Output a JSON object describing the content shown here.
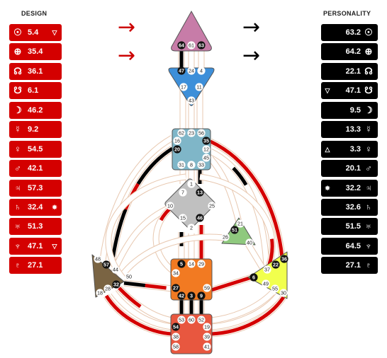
{
  "design": {
    "title": "DESIGN",
    "rows": [
      {
        "symbol": "☉",
        "value": "5.4",
        "mark": "▽"
      },
      {
        "symbol": "⊕",
        "value": "35.4",
        "mark": ""
      },
      {
        "symbol": "☊",
        "value": "36.1",
        "mark": ""
      },
      {
        "symbol": "☋",
        "value": "6.1",
        "mark": ""
      },
      {
        "symbol": "☽",
        "value": "46.2",
        "mark": ""
      },
      {
        "symbol": "☿",
        "value": "9.2",
        "mark": ""
      },
      {
        "symbol": "♀",
        "value": "54.5",
        "mark": ""
      },
      {
        "symbol": "♂",
        "value": "42.1",
        "mark": ""
      },
      {
        "symbol": "♃",
        "value": "57.3",
        "mark": ""
      },
      {
        "symbol": "♄",
        "value": "32.4",
        "mark": "✸"
      },
      {
        "symbol": "♅",
        "value": "51.3",
        "mark": ""
      },
      {
        "symbol": "♆",
        "value": "47.1",
        "mark": "▽"
      },
      {
        "symbol": "♇",
        "value": "27.1",
        "mark": ""
      }
    ]
  },
  "personality": {
    "title": "PERSONALITY",
    "rows": [
      {
        "symbol": "☉",
        "value": "63.2",
        "mark": ""
      },
      {
        "symbol": "⊕",
        "value": "64.2",
        "mark": ""
      },
      {
        "symbol": "☊",
        "value": "22.1",
        "mark": ""
      },
      {
        "symbol": "☋",
        "value": "47.1",
        "mark": "▽"
      },
      {
        "symbol": "☽",
        "value": "9.5",
        "mark": ""
      },
      {
        "symbol": "☿",
        "value": "13.3",
        "mark": ""
      },
      {
        "symbol": "♀",
        "value": "3.3",
        "mark": "△"
      },
      {
        "symbol": "♂",
        "value": "20.1",
        "mark": ""
      },
      {
        "symbol": "♃",
        "value": "32.2",
        "mark": "✸"
      },
      {
        "symbol": "♄",
        "value": "32.6",
        "mark": ""
      },
      {
        "symbol": "♅",
        "value": "51.5",
        "mark": ""
      },
      {
        "symbol": "♆",
        "value": "64.5",
        "mark": ""
      },
      {
        "symbol": "♇",
        "value": "27.1",
        "mark": ""
      }
    ]
  },
  "arrows": {
    "design_color": "#cc0000",
    "personality_color": "#000000",
    "design_glyph": "→",
    "personality_glyph": "→"
  },
  "colors": {
    "head": "#c77ca8",
    "ajna": "#3d8fd9",
    "throat": "#7fb6c8",
    "g": "#c0c0c0",
    "heart": "#8fc97e",
    "spleen": "#7a6443",
    "sacral": "#f27a22",
    "solar": "#f1ff4d",
    "root": "#e8573f",
    "design_red": "#d40000",
    "personality_black": "#000000",
    "channel_outline": "#e8c8b0"
  },
  "bodygraph": {
    "head": {
      "gates": [
        "64",
        "61",
        "63"
      ]
    },
    "ajna": {
      "gates": [
        "47",
        "24",
        "4",
        "17",
        "11",
        "43"
      ]
    },
    "throat": {
      "gates": [
        "62",
        "23",
        "56",
        "16",
        "35",
        "20",
        "12",
        "45",
        "31",
        "8",
        "33"
      ]
    },
    "g": {
      "gates": [
        "1",
        "7",
        "13",
        "10",
        "25",
        "15",
        "46",
        "2"
      ]
    },
    "heart": {
      "gates": [
        "21",
        "51",
        "26",
        "40"
      ]
    },
    "spleen": {
      "gates": [
        "48",
        "57",
        "44",
        "50",
        "32",
        "28",
        "18"
      ]
    },
    "sacral": {
      "gates": [
        "5",
        "14",
        "29",
        "34",
        "27",
        "59",
        "42",
        "3",
        "9"
      ]
    },
    "solar": {
      "gates": [
        "36",
        "22",
        "37",
        "6",
        "49",
        "55",
        "30"
      ]
    },
    "root": {
      "gates": [
        "53",
        "60",
        "52",
        "54",
        "19",
        "38",
        "39",
        "58",
        "41"
      ]
    }
  }
}
